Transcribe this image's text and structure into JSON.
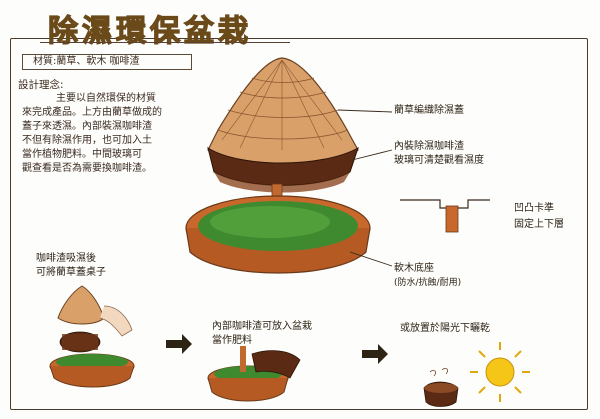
{
  "title": "除濕環保盆栽",
  "material": "材質:藺草、軟木  咖啡渣",
  "concept": {
    "heading": "設計理念:",
    "lines": [
      "主要以自然環保的材質",
      "來完成產品。上方由藺草做成的",
      "蓋子來透濕。內部裝濕咖啡渣",
      "不但有除濕作用，也可加入土",
      "當作植物肥料。中間玻璃可",
      "觀查看是否為需要換咖啡渣。"
    ]
  },
  "callouts": {
    "lid": "藺草編織除濕蓋",
    "inner_1": "內裝除濕咖啡渣",
    "inner_2": "玻璃可清楚觀看濕度",
    "clip_1": "凹凸卡準",
    "clip_2": "固定上下層",
    "base_1": "軟木底座",
    "base_2": "(防水/抗蝕/耐用)"
  },
  "steps": {
    "step1_1": "咖啡渣吸濕後",
    "step1_2": "可將藺草蓋桌子",
    "step2_1": "內部咖啡渣可放入盆栽",
    "step2_2": "當作肥料",
    "step3": "或放置於陽光下曬乾"
  },
  "colors": {
    "title_fill": "#f6a23a",
    "cork": "#c8682c",
    "grass": "#3f8a2e",
    "reed": "#c98a55",
    "coffee": "#5a2a14",
    "sun": "#f5c518"
  }
}
